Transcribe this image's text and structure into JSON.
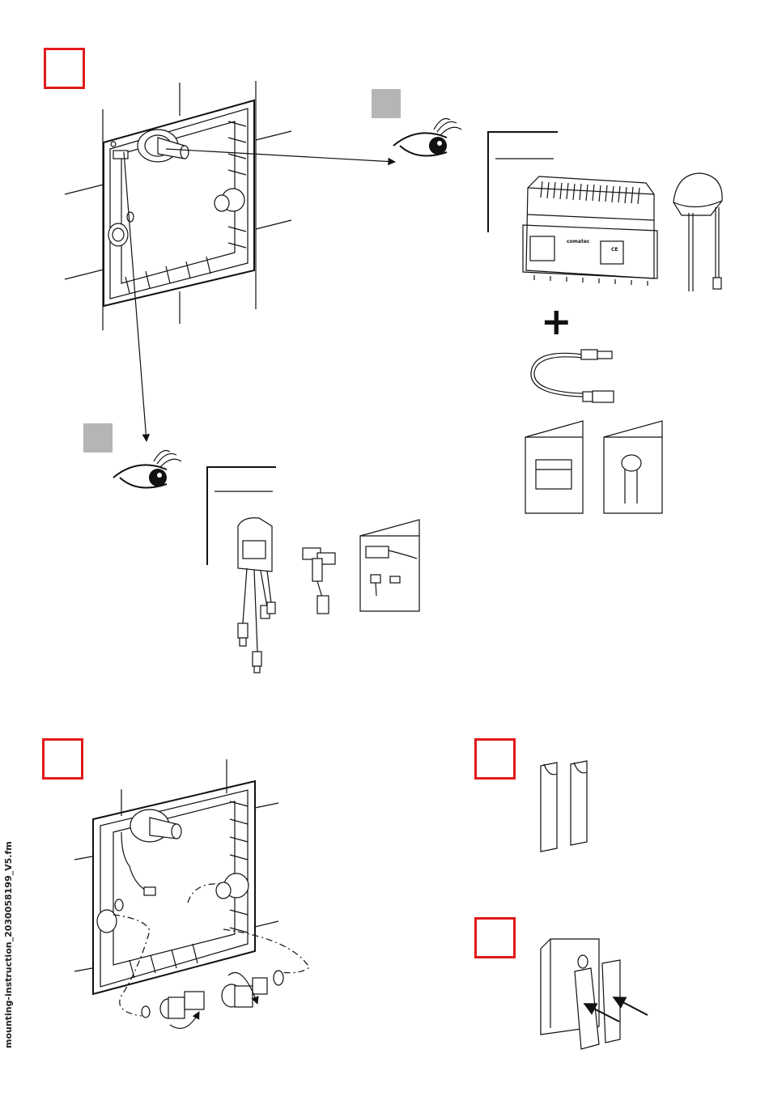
{
  "document": {
    "side_label": "mounting-instruction_2030058199_V5.fm",
    "device_brand_text": "comatec",
    "device_ce_mark": "CE",
    "plus_sign": "+"
  },
  "colors": {
    "step_box_border": "#e11a1a",
    "gray_square": "#b5b5b5",
    "line": "#111111"
  },
  "icons": [
    "eye-icon",
    "plus-icon",
    "arrow-icon",
    "rotate-arrow-icon"
  ]
}
